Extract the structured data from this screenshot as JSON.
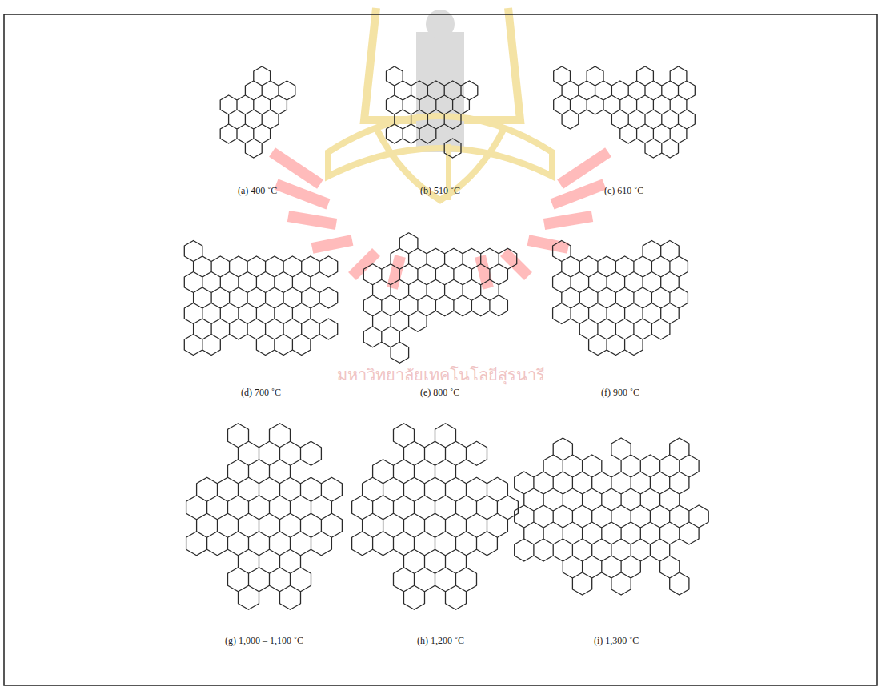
{
  "diagram": {
    "labels": [
      "(a) 400 ˚C",
      "(b) 510 ˚C",
      "(c) 610 ˚C",
      "(d) 700 ˚C",
      "(e) 800 ˚C",
      "(f) 900 ˚C",
      "(g) 1,000 – 1,100 ˚C",
      "(h) 1,200 ˚C",
      "(i) 1,300 ˚C",
      "มหาวิทยาลัยเทคโนโลยีสุรนารี"
    ]
  }
}
